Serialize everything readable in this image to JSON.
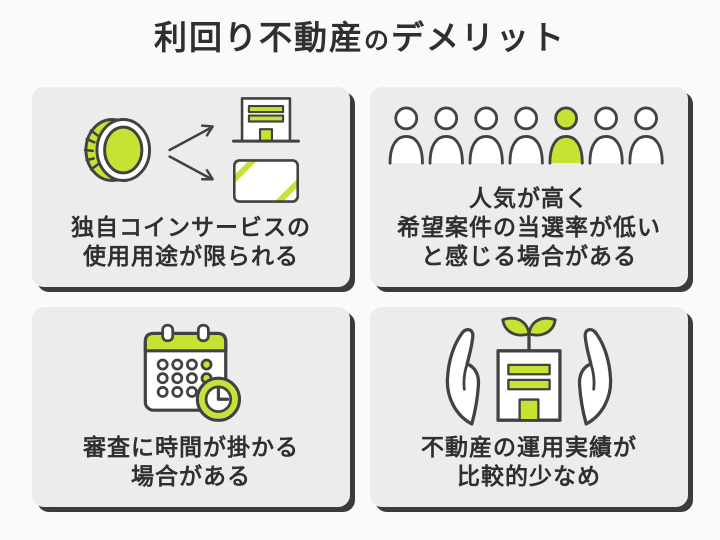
{
  "title": {
    "part1": "利回り不動産",
    "particle": "の",
    "part2": "デメリット"
  },
  "colors": {
    "page_bg": "#fafafa",
    "card_bg": "#ececec",
    "card_shadow": "#3b3b3b",
    "text": "#2f2f2f",
    "accent": "#c4e333",
    "icon_outline": "#424242",
    "icon_fill": "#ffffff"
  },
  "cards": [
    {
      "id": "coin-usage-limited",
      "icon": "coin-to-shop-and-card-icon",
      "lines": [
        "独自コインサービスの",
        "使用用途が限られる"
      ]
    },
    {
      "id": "high-popularity-low-win-rate",
      "icon": "people-row-icon",
      "highlighted_person_index": 5,
      "people_count": 7,
      "lines": [
        "人気が高く",
        "希望案件の当選率が低い",
        "と感じる場合がある"
      ]
    },
    {
      "id": "screening-takes-time",
      "icon": "calendar-clock-icon",
      "lines": [
        "審査に時間が掛かる",
        "場合がある"
      ]
    },
    {
      "id": "few-operation-results",
      "icon": "building-in-hands-icon",
      "lines": [
        "不動産の運用実績が",
        "比較的少なめ"
      ]
    }
  ]
}
